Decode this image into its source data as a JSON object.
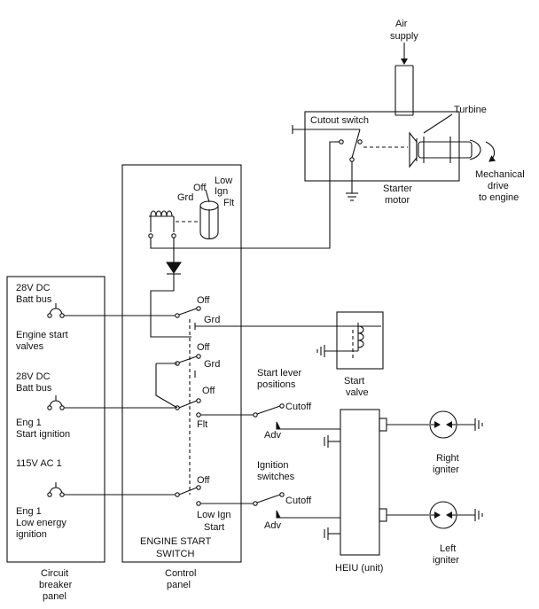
{
  "labels": {
    "air_supply_1": "Air",
    "air_supply_2": "supply",
    "turbine": "Turbine",
    "cutout_switch": "Cutout switch",
    "mech_1": "Mechanical",
    "mech_2": "drive",
    "mech_3": "to engine",
    "starter_1": "Starter",
    "starter_2": "motor",
    "low": "Low",
    "ign": "Ign",
    "off_knob": "Off",
    "grd_knob": "Grd",
    "flt_knob": "Flt",
    "bus1_1": "28V DC",
    "bus1_2": "Batt bus",
    "esv_1": "Engine start",
    "esv_2": "valves",
    "bus2_1": "28V DC",
    "bus2_2": "Batt bus",
    "eng1_si_1": "Eng 1",
    "eng1_si_2": "Start ignition",
    "ac_bus": "115V AC 1",
    "eng1_le_1": "Eng 1",
    "eng1_le_2": "Low energy",
    "eng1_le_3": "ignition",
    "sw_off_1": "Off",
    "sw_grd_1": "Grd",
    "sw_off_2": "Off",
    "sw_grd_2": "Grd",
    "sw_off_3": "Off",
    "sw_flt": "Flt",
    "sw_off_4": "Off",
    "sw_lowign": "Low Ign",
    "sw_start": "Start",
    "slp_1": "Start lever",
    "slp_2": "positions",
    "cutoff_1": "Cutoff",
    "adv_1": "Adv",
    "ign_sw_1": "Ignition",
    "ign_sw_2": "switches",
    "cutoff_2": "Cutoff",
    "adv_2": "Adv",
    "start_valve_1": "Start",
    "start_valve_2": "valve",
    "esw_1": "ENGINE START",
    "esw_2": "SWITCH",
    "control_1": "Control",
    "control_2": "panel",
    "cbp_1": "Circuit",
    "cbp_2": "breaker",
    "cbp_3": "panel",
    "heiu": "HEIU (unit)",
    "right_1": "Right",
    "right_2": "igniter",
    "left_1": "Left",
    "left_2": "igniter"
  }
}
